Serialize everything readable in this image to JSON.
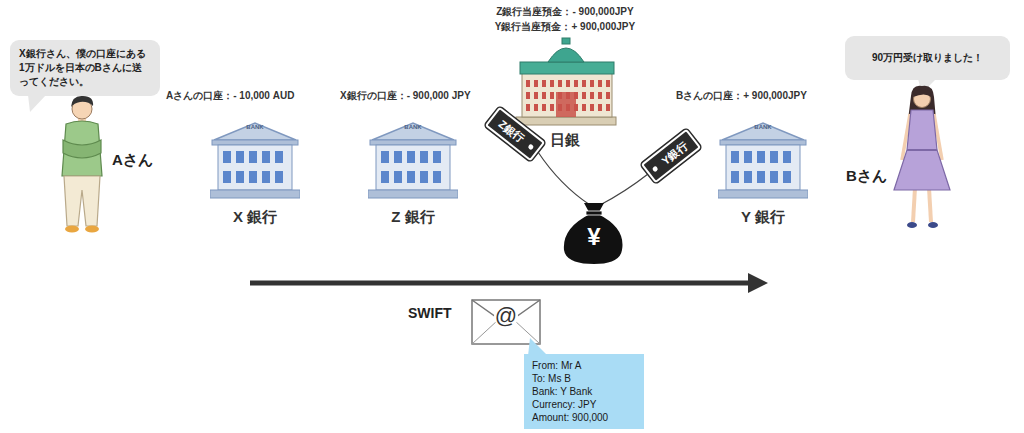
{
  "diagram": {
    "nodes": [
      {
        "text": [
          "X銀行さん、僕の口座にある1万ドルを日本のBさんに送ってください。"
        ]
      },
      {
        "text": [
          "Aさんの口座：- 10,000 AUD",
          "X 銀行"
        ]
      },
      {
        "text": [
          "X銀行の口座：- 900,000 JPY",
          "Z 銀行"
        ]
      },
      {
        "text": [
          "Z銀行当座預金：- 900,000JPY",
          "Y銀行当座預金：+ 900,000JPY",
          "日銀"
        ]
      },
      {
        "text": [
          "Z銀行"
        ]
      },
      {
        "text": [
          "Y銀行"
        ]
      },
      {
        "text": [
          "Bさんの口座：+ 900,000JPY",
          "Y 銀行"
        ]
      },
      {
        "text": [
          "90万円受け取りました！"
        ]
      },
      {
        "text": [
          "From: Mr A",
          "To: Ms B",
          "Bank: Y Bank",
          "Currency: JPY",
          "Amount: 900,000"
        ]
      }
    ],
    "labels": [
      "Aさん",
      "BANK",
      "BANK",
      "BANK",
      "¥",
      "Bさん",
      "SWIFT",
      "@"
    ]
  }
}
